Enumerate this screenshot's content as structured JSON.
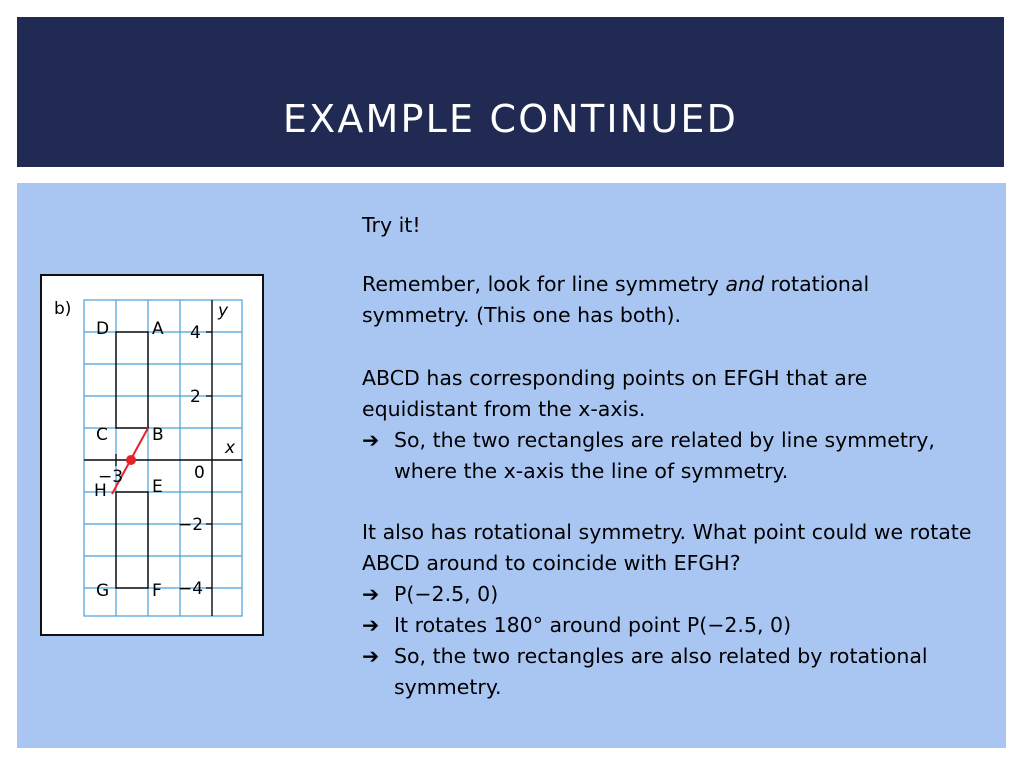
{
  "slide": {
    "title": "EXAMPLE CONTINUED"
  },
  "figure": {
    "part_label": "b)",
    "axis_x_label": "x",
    "axis_y_label": "y",
    "y_ticks": [
      "4",
      "2",
      "0",
      "−2",
      "−4"
    ],
    "x_tick": "−3",
    "point_labels": {
      "A": "A",
      "B": "B",
      "C": "C",
      "D": "D",
      "E": "E",
      "F": "F",
      "G": "G",
      "H": "H"
    },
    "colors": {
      "grid": "#4aa0d8",
      "rotation_marker": "#e8202a"
    }
  },
  "text": {
    "try_it": "Try it!",
    "p1_a": "Remember, look for line symmetry ",
    "p1_em": "and",
    "p1_b": " rotational symmetry.  (This one has both).",
    "p2": "ABCD has corresponding points on EFGH that are equidistant from the x-axis.",
    "p2_b1": "So, the two rectangles are related by line symmetry, where the x-axis the line of symmetry.",
    "p3": "It also has rotational symmetry.  What point could we rotate ABCD around to coincide with EFGH?",
    "p3_b1": "P(−2.5, 0)",
    "p3_b2": "It rotates 180° around point P(−2.5, 0)",
    "p3_b3": "So, the two rectangles are also related by rotational symmetry.",
    "arrow_glyph": "➔"
  }
}
